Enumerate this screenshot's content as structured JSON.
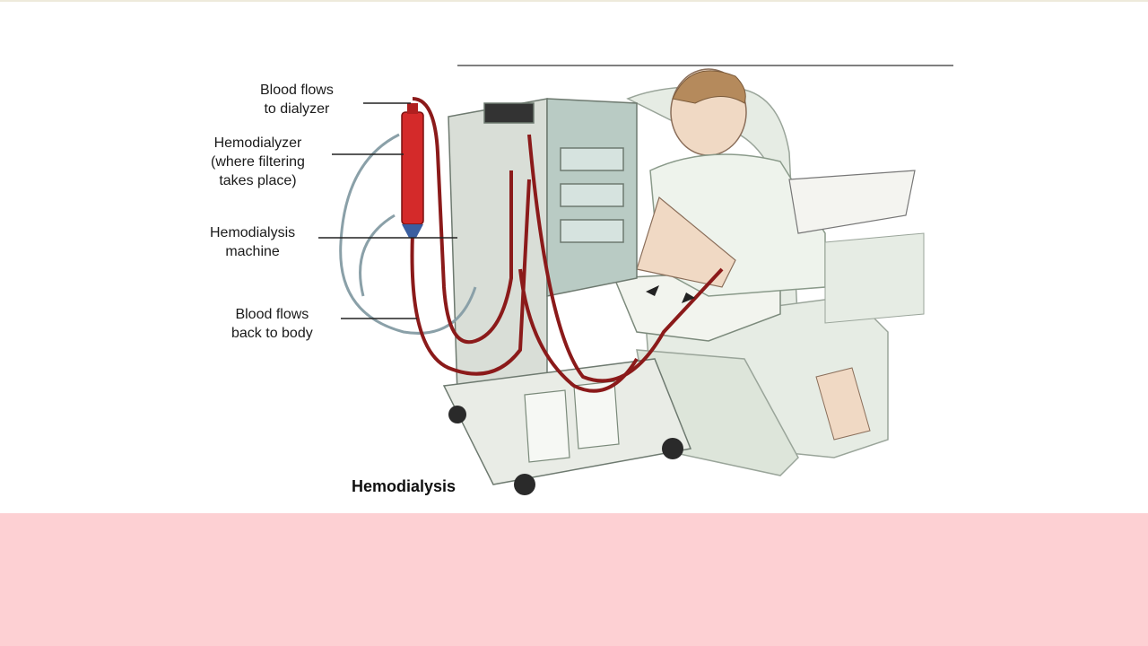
{
  "diagram": {
    "caption": "Hemodialysis",
    "labels": {
      "blood_to_dialyzer": [
        "Blood flows",
        "to dialyzer"
      ],
      "hemodialyzer": [
        "Hemodialyzer",
        "(where filtering",
        "takes place)"
      ],
      "machine": [
        "Hemodialysis",
        "machine"
      ],
      "blood_to_body": [
        "Blood flows",
        "back to body"
      ]
    }
  },
  "colors": {
    "background": "#ffffff",
    "slide_band": "#fdd0d3",
    "tubing": "#8b1a1a",
    "dialyzer": "#d42a2a",
    "machine_body": "#d9ded7",
    "machine_panel": "#b9cbc4"
  }
}
